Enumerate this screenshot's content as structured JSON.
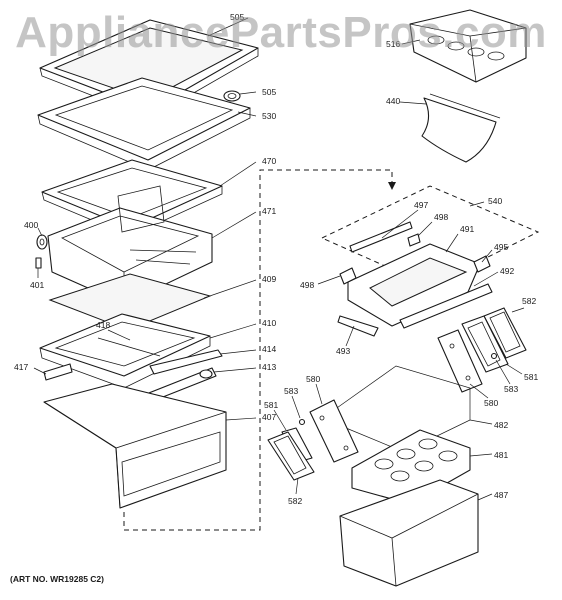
{
  "watermark": "AppliancePartsPros.com",
  "art_number": "(ART NO. WR19285 C2)",
  "callouts": {
    "c505a": "505",
    "c505b": "505",
    "c530": "530",
    "c516": "516",
    "c440": "440",
    "c470": "470",
    "c471": "471",
    "c400": "400",
    "c401": "401",
    "c409": "409",
    "c418": "418",
    "c410": "410",
    "c414": "414",
    "c413": "413",
    "c417": "417",
    "c407": "407",
    "c540": "540",
    "c497": "497",
    "c498a": "498",
    "c491": "491",
    "c495": "495",
    "c492": "492",
    "c498b": "498",
    "c493": "493",
    "c582a": "582",
    "c581a": "581",
    "c583a": "583",
    "c580a": "580",
    "c580b": "580",
    "c583b": "583",
    "c581b": "581",
    "c482": "482",
    "c481": "481",
    "c487": "487",
    "c582b": "582"
  }
}
